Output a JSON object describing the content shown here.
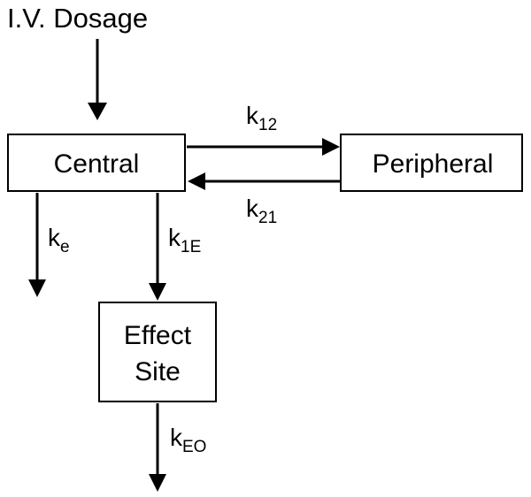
{
  "diagram": {
    "input_label": "I.V. Dosage",
    "nodes": {
      "central": "Central",
      "peripheral": "Peripheral",
      "effect_line1": "Effect",
      "effect_line2": "Site"
    },
    "rates": {
      "k12": {
        "base": "k",
        "sub": "12"
      },
      "k21": {
        "base": "k",
        "sub": "21"
      },
      "ke": {
        "base": "k",
        "sub": "e"
      },
      "k1e": {
        "base": "k",
        "sub": "1E"
      },
      "keo": {
        "base": "k",
        "sub": "EO"
      }
    }
  }
}
